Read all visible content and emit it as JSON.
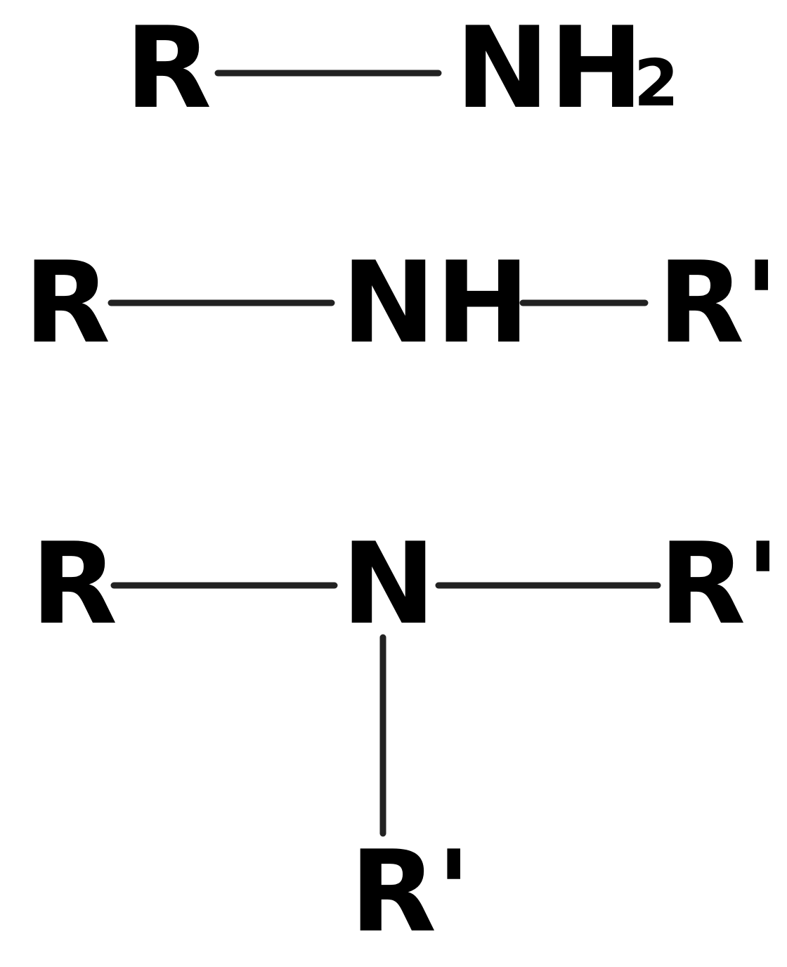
{
  "colors": {
    "text": "#000000",
    "bond": "#222222",
    "background": "#ffffff"
  },
  "primary": {
    "r": "R",
    "n": "NH",
    "subscript": "2"
  },
  "secondary": {
    "r": "R",
    "n": "NH",
    "r_prime": "R'"
  },
  "tertiary": {
    "r": "R",
    "n": "N",
    "r_prime_right": "R'",
    "r_prime_bottom": "R'"
  }
}
